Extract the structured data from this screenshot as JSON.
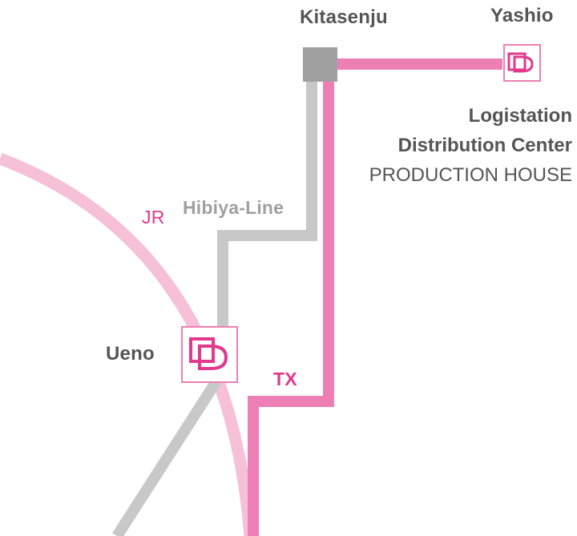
{
  "colors": {
    "jr_line": "#f5c0d8",
    "hibiya_line": "#c8c8c8",
    "tx_line": "#ee7fb5",
    "accent_pink": "#e2388e",
    "station_gray": "#a0a0a0",
    "text_dark": "#555555",
    "text_gray": "#a0a0a0"
  },
  "stations": {
    "kitasenju": {
      "label": "Kitasenju",
      "icon": "station-square-icon"
    },
    "yashio": {
      "label": "Yashio",
      "icon": "lp-logo-icon"
    },
    "ueno": {
      "label": "Ueno",
      "icon": "lp-logo-icon"
    }
  },
  "lines": {
    "jr": {
      "label": "JR"
    },
    "hibiya": {
      "label": "Hibiya-Line"
    },
    "tx": {
      "label": "TX"
    }
  },
  "facility": {
    "line1": "Logistation",
    "line2": "Distribution Center",
    "line3": "PRODUCTION HOUSE"
  }
}
